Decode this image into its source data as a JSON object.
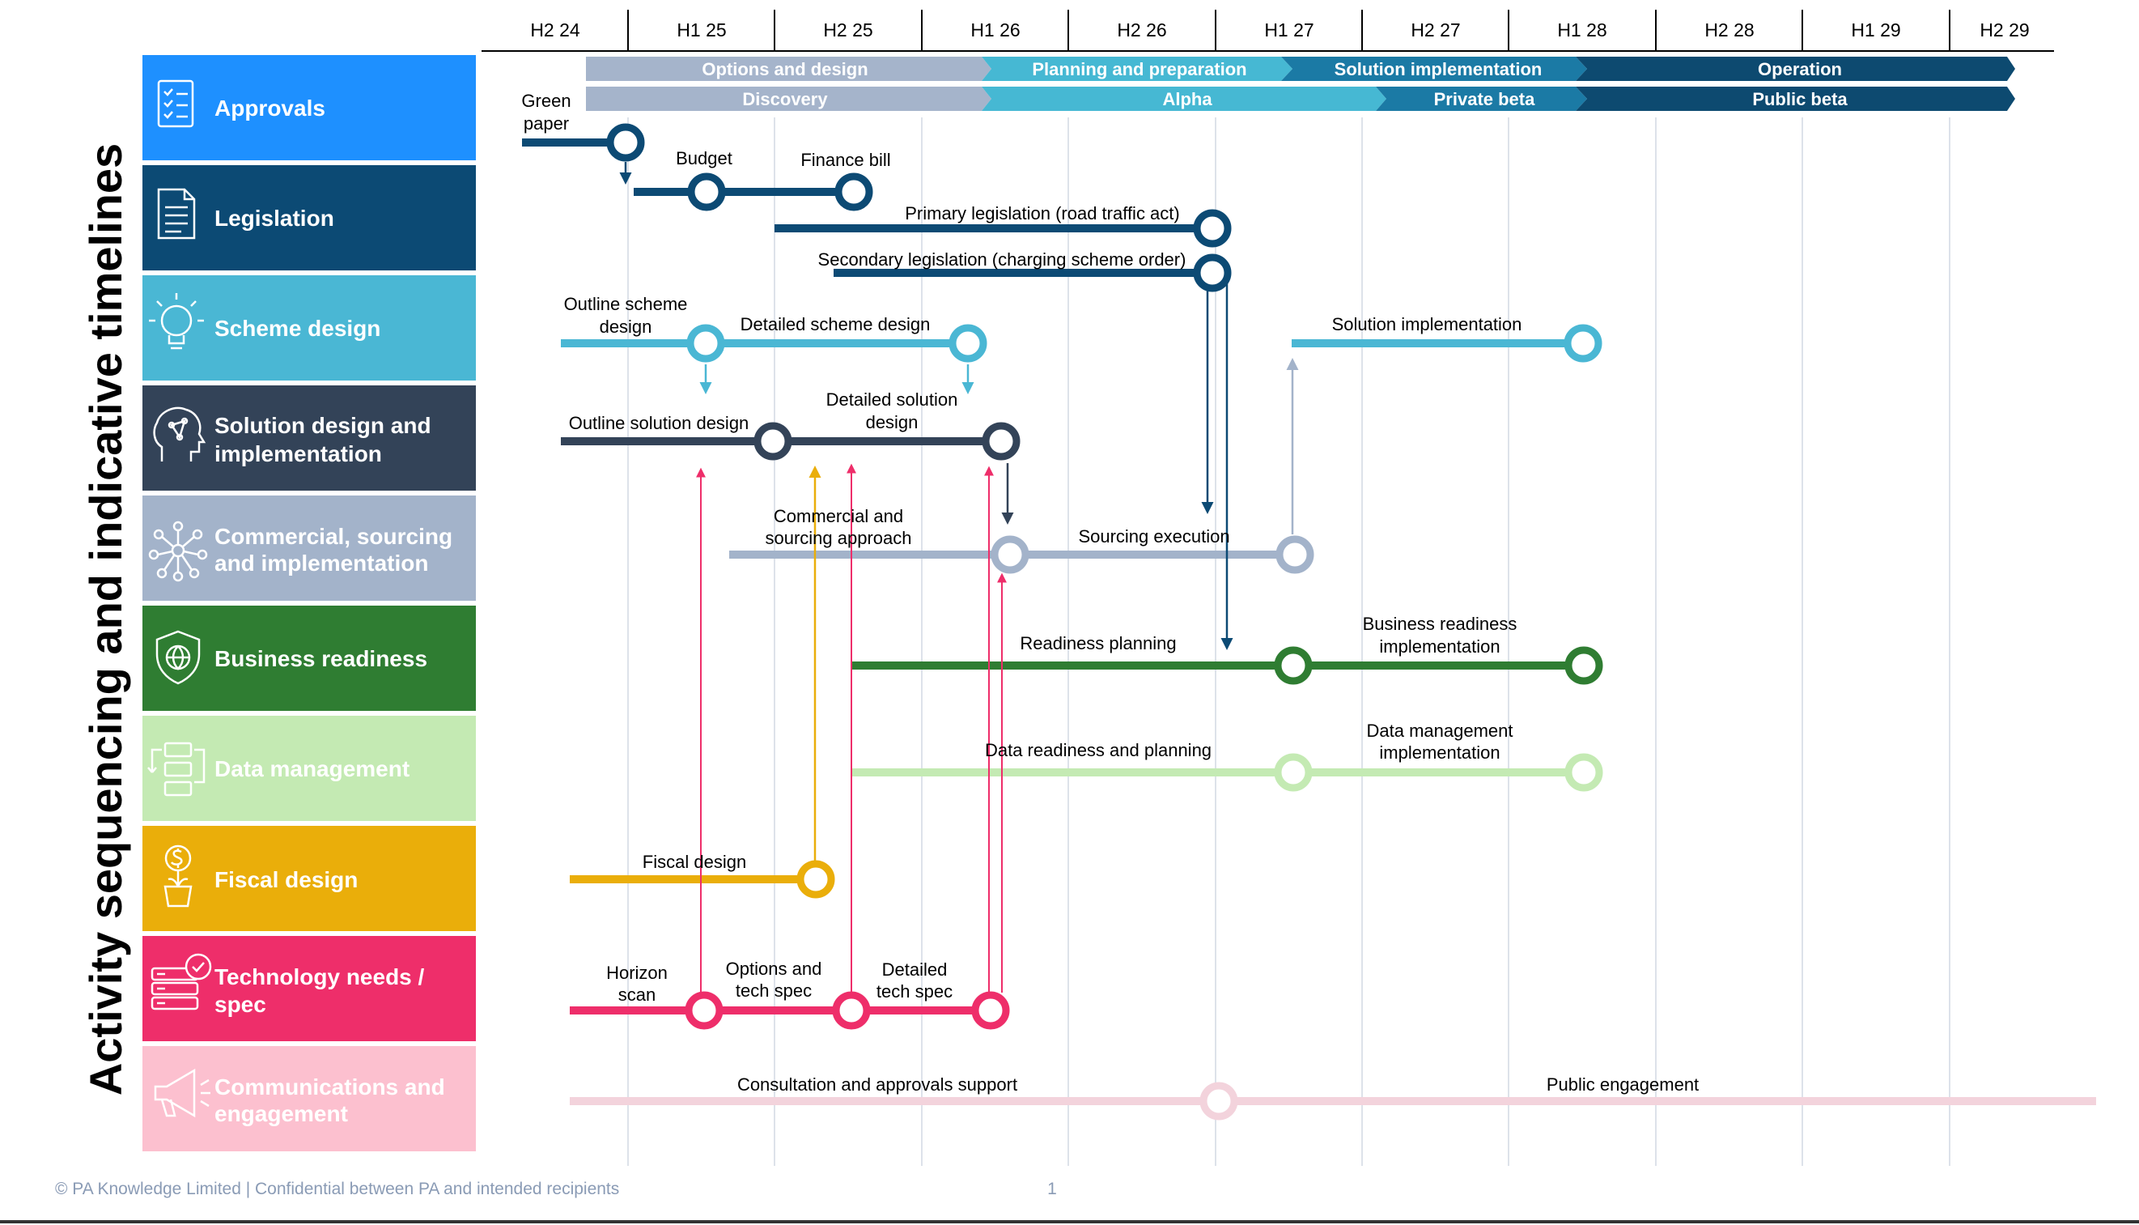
{
  "title": "Activity sequencing and indicative timelines",
  "periods": [
    "H2 24",
    "H1 25",
    "H2 25",
    "H1 26",
    "H2 26",
    "H1 27",
    "H2 27",
    "H1 28",
    "H2 28",
    "H1 29",
    "H2 29"
  ],
  "phase_bands": {
    "top": [
      {
        "label": "Options and design",
        "color": "#a5b4cb"
      },
      {
        "label": "Planning and preparation",
        "color": "#46b8d3"
      },
      {
        "label": "Solution implementation",
        "color": "#1b7aa5"
      },
      {
        "label": "Operation",
        "color": "#0d4a70"
      }
    ],
    "bottom": [
      {
        "label": "Discovery",
        "color": "#a5b4cb"
      },
      {
        "label": "Alpha",
        "color": "#46b8d3"
      },
      {
        "label": "Private beta",
        "color": "#1b7aa5"
      },
      {
        "label": "Public beta",
        "color": "#0d4a70"
      }
    ]
  },
  "lanes": [
    {
      "label": "Approvals",
      "label2": "",
      "color": "#1e90ff",
      "icon": "checklist-icon"
    },
    {
      "label": "Legislation",
      "label2": "",
      "color": "#0c4a74",
      "icon": "document-icon"
    },
    {
      "label": "Scheme design",
      "label2": "",
      "color": "#4ab7d4",
      "icon": "lightbulb-icon"
    },
    {
      "label": "Solution design and",
      "label2": "implementation",
      "color": "#334358",
      "icon": "circuit-head-icon"
    },
    {
      "label": "Commercial, sourcing",
      "label2": "and implementation",
      "color": "#a3b3ca",
      "icon": "network-icon"
    },
    {
      "label": "Business readiness",
      "label2": "",
      "color": "#2f7d32",
      "icon": "globe-shield-icon"
    },
    {
      "label": "Data management",
      "label2": "",
      "color": "#c4eab3",
      "icon": "data-flow-icon"
    },
    {
      "label": "Fiscal design",
      "label2": "",
      "color": "#eaae0a",
      "icon": "money-plant-icon"
    },
    {
      "label": "Technology needs /",
      "label2": "spec",
      "color": "#ee2e6a",
      "icon": "server-check-icon"
    },
    {
      "label": "Communications and",
      "label2": "engagement",
      "color": "#fcc0cf",
      "icon": "megaphone-icon"
    }
  ],
  "annotations": {
    "green_paper_1": "Green",
    "green_paper_2": "paper",
    "budget": "Budget",
    "finance_bill": "Finance bill",
    "primary_legislation": "Primary legislation (road traffic act)",
    "secondary_legislation": "Secondary legislation (charging scheme order)",
    "outline_scheme_1": "Outline scheme",
    "outline_scheme_2": "design",
    "detailed_scheme": "Detailed scheme design",
    "solution_implementation": "Solution implementation",
    "outline_solution": "Outline solution design",
    "detailed_solution_1": "Detailed solution",
    "detailed_solution_2": "design",
    "commercial_1": "Commercial and",
    "commercial_2": "sourcing approach",
    "sourcing_execution": "Sourcing execution",
    "readiness_planning": "Readiness planning",
    "business_readiness_impl_1": "Business readiness",
    "business_readiness_impl_2": "implementation",
    "data_readiness": "Data readiness and planning",
    "data_mgmt_impl_1": "Data management",
    "data_mgmt_impl_2": "implementation",
    "fiscal_design": "Fiscal design",
    "horizon_1": "Horizon",
    "horizon_2": "scan",
    "options_tech_1": "Options and",
    "options_tech_2": "tech spec",
    "detailed_tech_1": "Detailed",
    "detailed_tech_2": "tech spec",
    "consultation": "Consultation and approvals support",
    "public_engagement": "Public engagement"
  },
  "footer": {
    "copyright": "© PA Knowledge Limited  | Confidential between PA and intended recipients",
    "page": "1"
  }
}
